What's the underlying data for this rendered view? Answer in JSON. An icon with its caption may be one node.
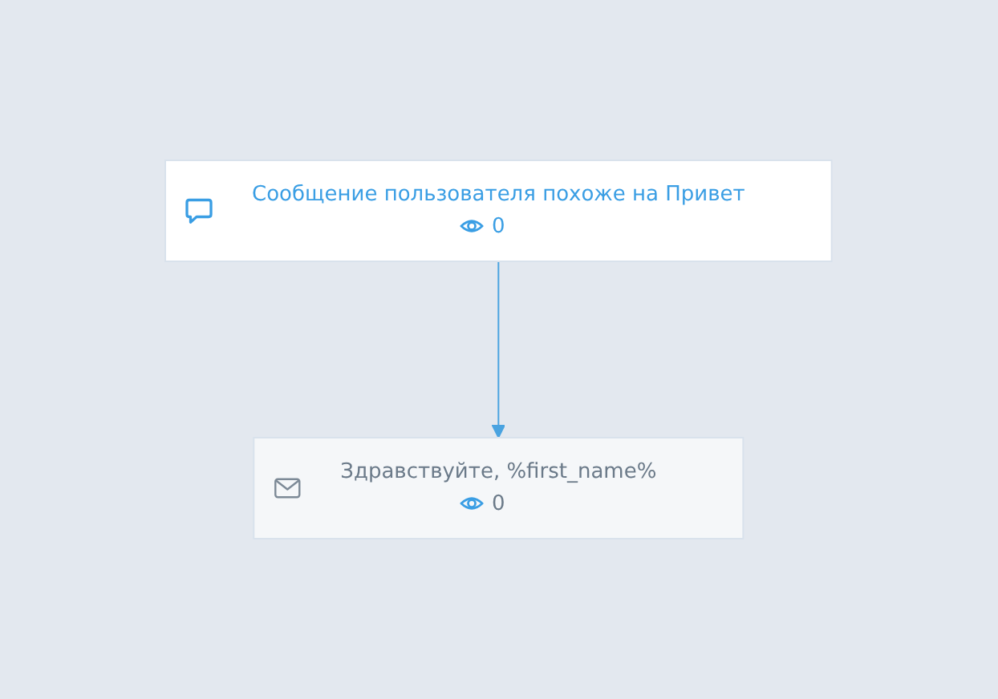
{
  "diagram": {
    "nodes": [
      {
        "text": [
          "Сообщение пользователя похоже на Привет",
          "0"
        ]
      },
      {
        "text": [
          "Здравствуйте, %first_name%",
          "0"
        ]
      }
    ],
    "edges": [
      {
        "from": 0,
        "to": 1,
        "arrow": "to"
      }
    ]
  }
}
